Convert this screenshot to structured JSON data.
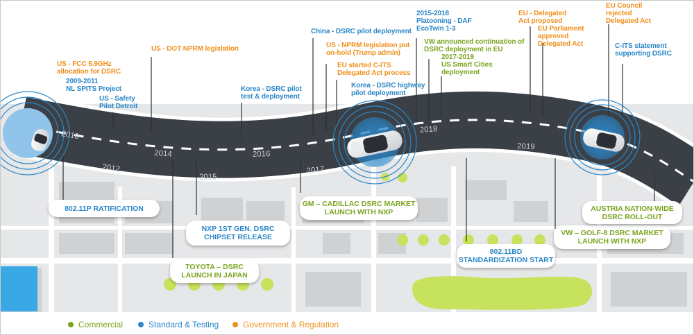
{
  "colors": {
    "orange": "#f0901e",
    "blue": "#2a86c8",
    "green": "#7aa41e",
    "road": "#3b4046",
    "map_bg": "#e6e7e8",
    "map_block": "#cfd1d3",
    "park_green": "#c7e25c",
    "water_blue": "#3ba8e6"
  },
  "years": [
    "2010",
    "2012",
    "2014",
    "2015",
    "2016",
    "2017",
    "2018",
    "2019"
  ],
  "above_labels": {
    "us_fcc": "US - FCC 5.9GHz\nallocation for DSRC",
    "nl_spits": "2009-2011\nNL SPITS Project",
    "us_safety": "US - Safety\nPilot Detroit",
    "us_dot_nprm": "US - DOT NPRM legislation",
    "korea_pilot": "Korea - DSRC pilot\ntest & deployment",
    "china_pilot": "China - DSRC pilot deployment",
    "us_nprm_hold": "US - NPRM legislation put\non-hold (Trump admin)",
    "eu_cits_started": "EU started C-ITS\nDelegated Act process",
    "korea_highway": "Korea - DSRC highway\npilot deployment",
    "platooning": "2015-2018\nPlatooning - DAF\nEcoTwin 1-3",
    "vw_continuation": "VW announced continuation of\nDSRC deployment in EU",
    "us_smart_cities": "2017-2019\nUS Smart Cities\ndeployment",
    "eu_delegated_proposed": "EU - Delegated\nAct proposed",
    "eu_parliament": "EU Parliament\napproved\nDelegated Act",
    "eu_council": "EU Council\nrejected\nDelegated Act",
    "cits_statement": "C-ITS statement\nsupporting DSRC"
  },
  "milestones": {
    "ratification": "802.11P RATIFICATION",
    "nxp_chipset": "NXP 1ST GEN. DSRC\nCHIPSET RELEASE",
    "toyota": "TOYOTA – DSRC\nLAUNCH IN JAPAN",
    "gm_cadillac": "GM – CADILLAC DSRC MARKET\nLAUNCH WITH NXP",
    "bd_standard": "802.11BD\nSTANDARDIZATION START",
    "vw_golf": "VW – GOLF-8 DSRC MARKET\nLAUNCH WITH NXP",
    "austria": "AUSTRIA NATION-WIDE\nDSRC ROLL-OUT"
  },
  "legend": [
    {
      "label": "Commercial",
      "color": "#7aa41e"
    },
    {
      "label": "Standard & Testing",
      "color": "#2a86c8"
    },
    {
      "label": "Government & Regulation",
      "color": "#f0901e"
    }
  ]
}
